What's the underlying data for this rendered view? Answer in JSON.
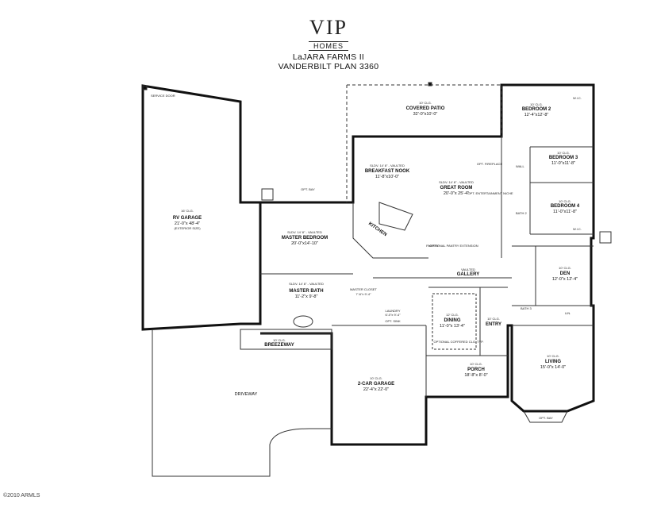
{
  "header": {
    "logo_main": "VIP",
    "logo_sub": "HOMES",
    "line1": "LaJARA FARMS II",
    "line2": "VANDERBILT PLAN 3360"
  },
  "rooms": {
    "rv_garage": {
      "name": "RV GARAGE",
      "dim": "21'-0\"x 48'-4\"",
      "note": "(EXTERIOR SIZE)",
      "ceil": "16' CLG."
    },
    "covered_patio": {
      "name": "COVERED PATIO",
      "dim": "32'-0\"x10'-0\"",
      "ceil": "10' CLG."
    },
    "bedroom2": {
      "name": "BEDROOM 2",
      "dim": "12'-4\"x12'-8\"",
      "ceil": "10' CLG."
    },
    "bedroom3": {
      "name": "BEDROOM 3",
      "dim": "11'-0\"x11'-8\"",
      "ceil": "10' CLG."
    },
    "bedroom4": {
      "name": "BEDROOM 4",
      "dim": "11'-0\"x11'-8\"",
      "ceil": "10' CLG."
    },
    "breakfast_nook": {
      "name": "BREAKFAST NOOK",
      "dim": "11'-8\"x10'-0\"",
      "ceil": "SLDV. 14' 8\" - VAULTED"
    },
    "great_room": {
      "name": "GREAT ROOM",
      "dim": "20'-0\"x 25'-4\"",
      "ceil": "SLDV. 14' 8\" - VAULTED"
    },
    "kitchen": {
      "name": "KITCHEN"
    },
    "master_bedroom": {
      "name": "MASTER BEDROOM",
      "dim": "20'-0\"x14'-10\"",
      "ceil": "SLDV. 14' 8\" - VAULTED"
    },
    "master_bath": {
      "name": "MASTER BATH",
      "dim": "11'-2\"x 9'-8\"",
      "ceil": "SLDV. 14' 8\" - VAULTED"
    },
    "master_closet": {
      "name": "MASTER CLOSET",
      "dim": "7'-6\"x 9'-4\""
    },
    "laundry": {
      "name": "LAUNDRY",
      "dim": "6'-0\"x 9'-4\""
    },
    "gallery": {
      "name": "GALLERY",
      "ceil": "VAULTED"
    },
    "dining": {
      "name": "DINING",
      "dim": "11'-0\"x 13'-4\"",
      "ceil": "12' CLG."
    },
    "entry": {
      "name": "ENTRY",
      "ceil": "10' CLG."
    },
    "den": {
      "name": "DEN",
      "dim": "12'-0\"x 12'-4\"",
      "ceil": "10' CLG."
    },
    "bath2": {
      "name": "BATH 2"
    },
    "bath3": {
      "name": "BATH 3"
    },
    "porch": {
      "name": "PORCH",
      "dim": "18'-8\"x 8'-0\"",
      "ceil": "10' CLG."
    },
    "living": {
      "name": "LIVING",
      "dim": "15'-0\"x 14'-0\"",
      "ceil": "10' CLG."
    },
    "garage2": {
      "name": "2-CAR GARAGE",
      "dim": "22'-4\"x 22'-0\"",
      "ceil": "10' CLG."
    },
    "breezeway": {
      "name": "BREEZEWAY",
      "ceil": "10' CLG."
    },
    "driveway": {
      "name": "DRIVEWAY"
    },
    "pantry": {
      "name": "PANTRY"
    },
    "opt_bay1": {
      "name": "OPT. BAY"
    },
    "opt_bay2": {
      "name": "OPT. BAY"
    },
    "wic1": {
      "name": "W.I.C."
    },
    "wic2": {
      "name": "W.I.C."
    },
    "lin": {
      "name": "LIN."
    },
    "fireplace": {
      "name": "OPT. FIREPLACE"
    },
    "pantry_ext": {
      "name": "OPTIONAL PANTRY EXTENSION"
    },
    "entertain": {
      "name": "OPT. ENTERTAINMENT NICHE"
    },
    "coffered": {
      "name": "OPTIONAL COFFERED CLG. TYP."
    },
    "opt_sink": {
      "name": "OPT. SINK"
    },
    "service_door": {
      "name": "SERVICE DOOR"
    },
    "wall_label": {
      "name": "WALL"
    }
  },
  "copyright": "©2010 ARMLS"
}
